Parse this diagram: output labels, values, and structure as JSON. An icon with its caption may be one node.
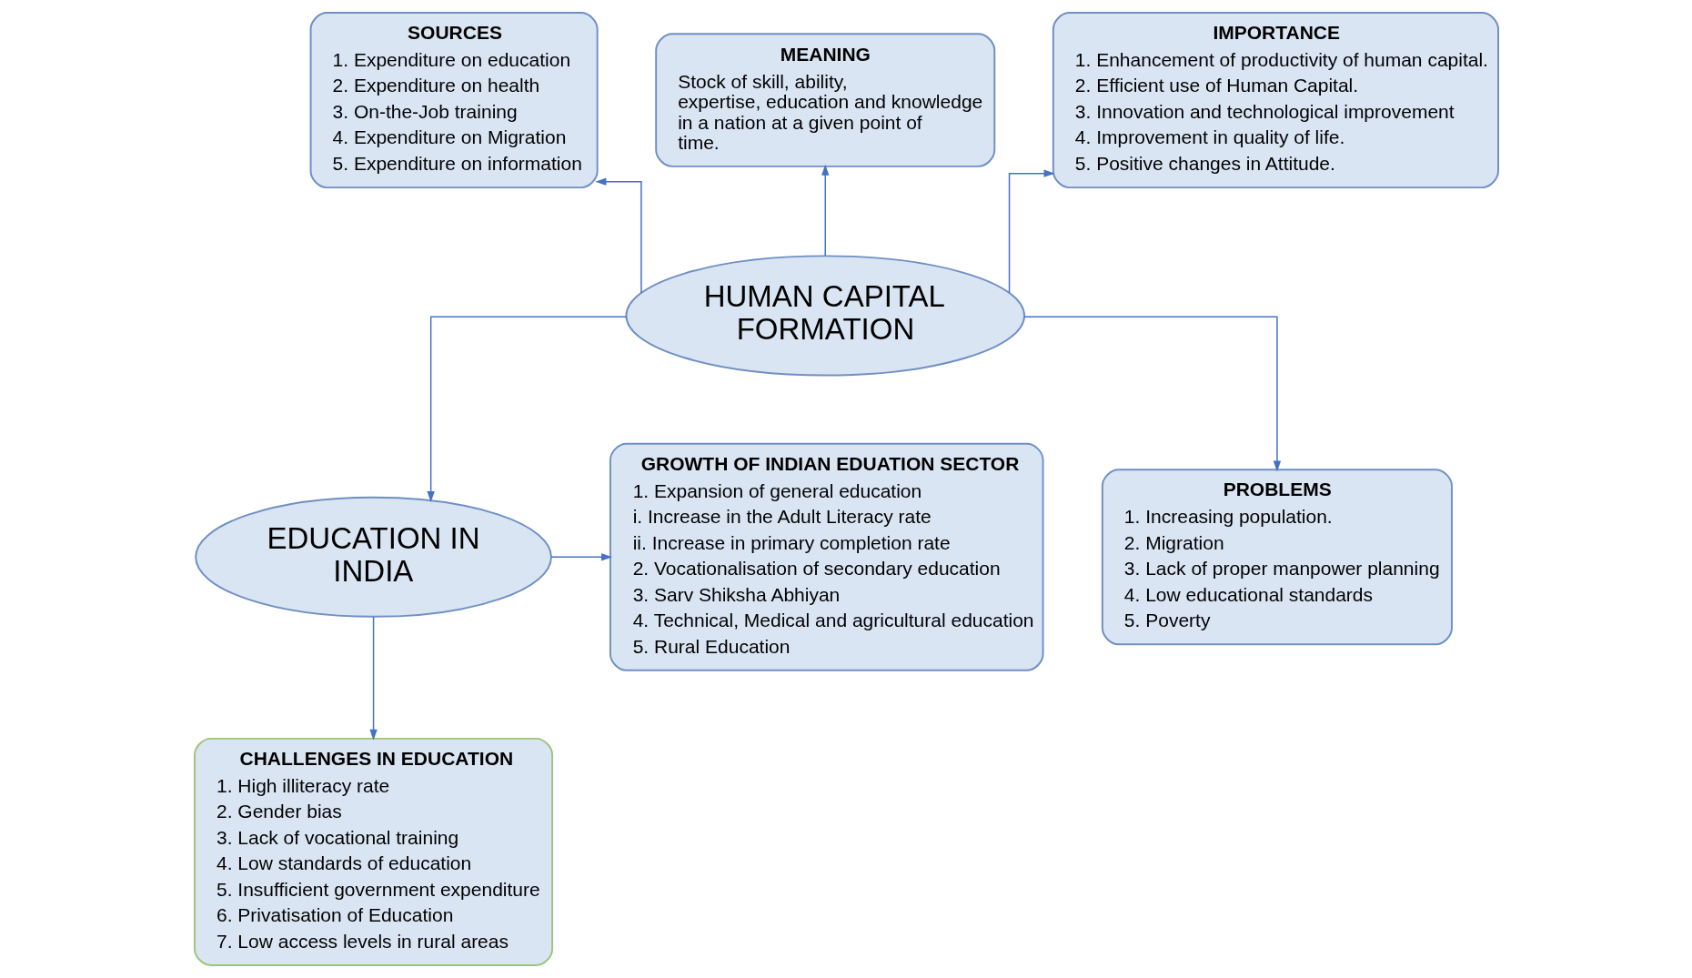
{
  "diagram": {
    "nodes": [
      {
        "text": [
          "HUMAN CAPITAL FORMATION"
        ]
      },
      {
        "text": [
          "SOURCES",
          "1. Expenditure on education",
          "2. Expenditure on health",
          "3. On-the-Job training",
          "4. Expenditure on Migration",
          "5. Expenditure on information"
        ]
      },
      {
        "text": [
          "MEANING",
          "Stock of skill, ability, expertise, education and knowledge in a nation at a given point of time."
        ]
      },
      {
        "text": [
          "IMPORTANCE",
          "1. Enhancement of productivity of human capital.",
          "2. Efficient use of Human Capital.",
          "3. Innovation and technological improvement",
          "4. Improvement in quality of life.",
          "5. Positive changes in Attitude."
        ]
      },
      {
        "text": [
          "GROWTH OF INDIAN EDUATION SECTOR",
          "1. Expansion of general education",
          "i. Increase in the Adult Literacy rate",
          "ii. Increase in primary completion rate",
          "2. Vocationalisation of secondary education",
          "3. Sarv Shiksha Abhiyan",
          "4. Technical, Medical and agricultural education",
          "5. Rural Education"
        ]
      },
      {
        "text": [
          "EDUCATION IN INDIA"
        ]
      },
      {
        "text": [
          "CHALLENGES IN EDUCATION",
          "1. High illiteracy rate",
          "2. Gender bias",
          "3. Lack of vocational training",
          "4. Low standards of education",
          "5. Insufficient government expenditure",
          "6. Privatisation of Education",
          "7. Low access levels in rural areas"
        ]
      },
      {
        "text": [
          "PROBLEMS",
          "1. Increasing population.",
          "2. Migration",
          "3. Lack of proper manpower planning",
          "4. Low educational standards",
          "5. Poverty"
        ]
      }
    ],
    "edges": [
      {
        "from": 0,
        "to": 1,
        "arrow": "to"
      },
      {
        "from": 0,
        "to": 2,
        "arrow": "to"
      },
      {
        "from": 0,
        "to": 3,
        "arrow": "to"
      },
      {
        "from": 0,
        "to": 7,
        "arrow": "to"
      },
      {
        "from": 0,
        "to": 5,
        "arrow": "to"
      },
      {
        "from": 5,
        "to": 4,
        "arrow": "to"
      },
      {
        "from": 5,
        "to": 6,
        "arrow": "to"
      }
    ]
  }
}
